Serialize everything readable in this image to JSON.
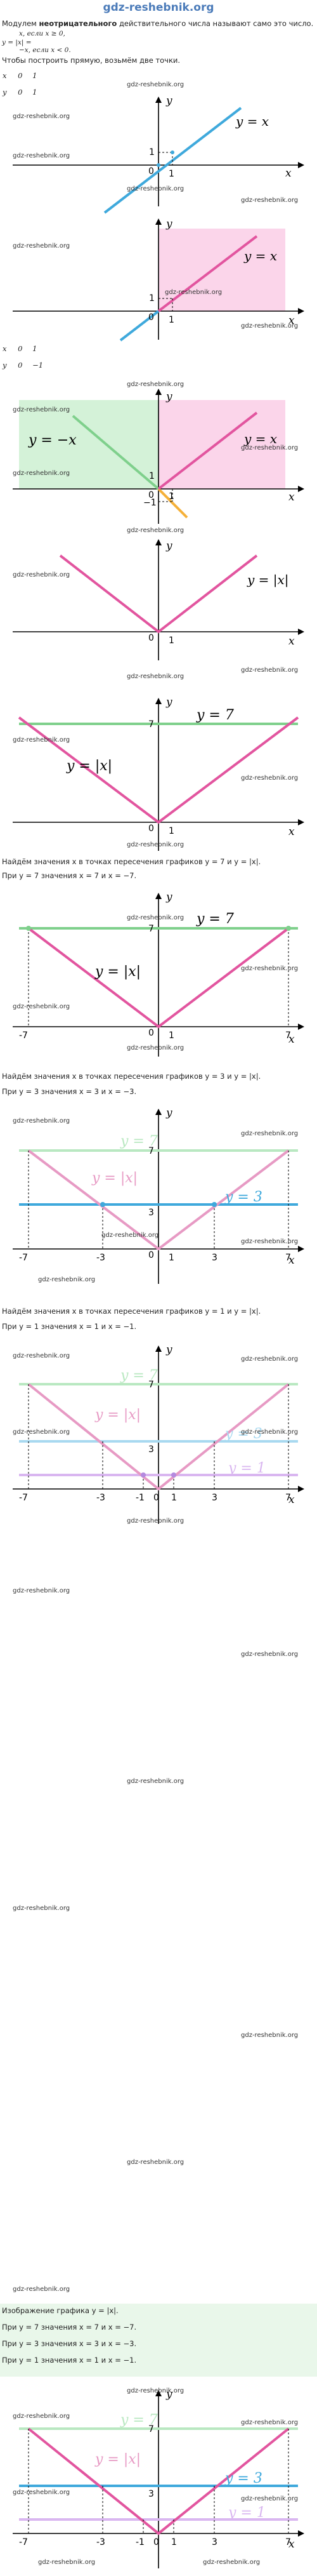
{
  "header": {
    "title": "gdz-reshebnik.org"
  },
  "watermark": "gdz-reshebnik.org",
  "intro": {
    "line1_pre": "Модулем ",
    "line1_bold": "неотрицательного",
    "line1_post": " действительного числа называют само это число.",
    "case1": "x, если x ≥ 0,",
    "case2": "−x, если x < 0.",
    "lhs": "y = |x| =",
    "points_caption": "Чтобы построить прямую, возьмём две точки.",
    "table1": {
      "x": [
        "x",
        "0",
        "1"
      ],
      "y": [
        "y",
        "0",
        "1"
      ]
    },
    "table2": {
      "x": [
        "x",
        "0",
        "1"
      ],
      "y": [
        "y",
        "0",
        "−1"
      ]
    }
  },
  "graphs": {
    "g1": {
      "func": "y = x",
      "axis_x": "x",
      "axis_y": "y",
      "n1": "1",
      "n0": "0"
    },
    "g2": {
      "func": "y = x",
      "axis_x": "x",
      "axis_y": "y",
      "n1": "1",
      "n0": "0"
    },
    "g3": {
      "func_pos": "y = x",
      "func_neg": "y = −x",
      "axis_x": "x",
      "axis_y": "y",
      "n1": "1",
      "nm1": "−1",
      "n0": "0"
    },
    "g4": {
      "func": "y = |x|",
      "axis_x": "x",
      "axis_y": "y",
      "n1": "1",
      "n0": "0"
    },
    "g5": {
      "func_abs": "y = |x|",
      "func_seven": "y = 7",
      "axis_x": "x",
      "axis_y": "y",
      "n7": "7",
      "n1": "1",
      "n0": "0"
    },
    "g6": {
      "func_abs": "y = |x|",
      "func_seven": "y = 7",
      "axis_x": "x",
      "axis_y": "y",
      "n7": "7",
      "nm7": "-7",
      "n1": "1",
      "n0": "0"
    },
    "g7": {
      "func_abs": "y = |x|",
      "func_seven": "y = 7",
      "func_three": "y = 3",
      "axis_x": "x",
      "axis_y": "y",
      "n7": "7",
      "nm7": "-7",
      "n3": "3",
      "nm3": "-3",
      "n1": "1",
      "n0": "0"
    },
    "g8": {
      "func_abs": "y = |x|",
      "func_seven": "y = 7",
      "func_three": "y = 3",
      "func_one": "y = 1",
      "axis_x": "x",
      "axis_y": "y",
      "n7": "7",
      "nm7": "-7",
      "n3": "3",
      "nm3": "-3",
      "n1": "1",
      "n0": "0",
      "nm1": "-1"
    },
    "g9": {
      "func_abs": "y = |x|",
      "func_seven": "y = 7",
      "func_three": "y = 3",
      "func_one": "y = 1",
      "axis_x": "x",
      "axis_y": "y",
      "n7": "7",
      "nm7": "-7",
      "n3": "3",
      "nm3": "-3",
      "n1": "1",
      "n0": "0",
      "nm1": "-1"
    }
  },
  "texts": {
    "find7_title": "Найдём значения x в точках пересечения графиков y = 7 и y = |x|.",
    "find7_result": "При y = 7 значения x = 7 и x = −7.",
    "find3_title": "Найдём значения x в точках пересечения графиков y = 3 и y = |x|.",
    "find3_result": "При y = 3 значения x = 3 и x = −3.",
    "find1_title": "Найдём значения x в точках пересечения графиков y = 1 и y = |x|.",
    "find1_result": "При y = 1 значения x = 1 и x = −1.",
    "summary_title": "Изображение графика y = |x|.",
    "summary_7": "При y = 7 значения x = 7 и x = −7.",
    "summary_3": "При y = 3 значения x = 3 и x = −3.",
    "summary_1": "При y = 1 значения x = 1 и x = −1."
  },
  "colors": {
    "axis": "#000000",
    "line_blue": "#3fa9dc",
    "line_pink": "#e2559f",
    "fill_pink": "#fbd5ea",
    "fill_green": "#d4f2d8",
    "line_green": "#7fd08c",
    "line_orange": "#f5b13a",
    "grid": "#eaeaea"
  }
}
